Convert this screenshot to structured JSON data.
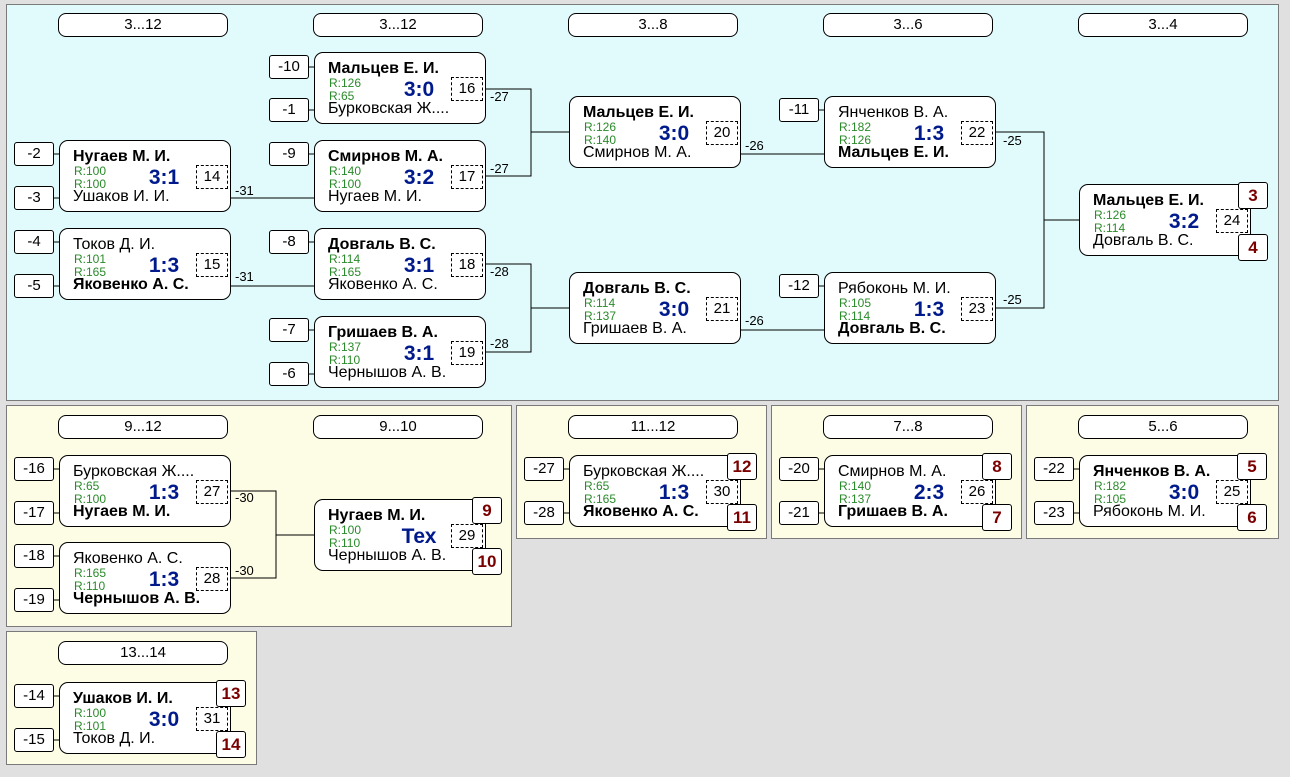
{
  "panels": {
    "main": {
      "headers": [
        "3...12",
        "3...12",
        "3...8",
        "3...6",
        "3...4"
      ]
    },
    "p9_12": {
      "headers": [
        "9...12",
        "9...10"
      ]
    },
    "p11_12": {
      "headers": [
        "11...12"
      ]
    },
    "p7_8": {
      "headers": [
        "7...8"
      ]
    },
    "p5_6": {
      "headers": [
        "5...6"
      ]
    },
    "p13_14": {
      "headers": [
        "13...14"
      ]
    }
  },
  "seeds": [
    "-2",
    "-3",
    "-4",
    "-5",
    "-10",
    "-1",
    "-9",
    "-8",
    "-7",
    "-6",
    "-11",
    "-12",
    "-16",
    "-17",
    "-18",
    "-19",
    "-27",
    "-28",
    "-20",
    "-21",
    "-22",
    "-23",
    "-14",
    "-15"
  ],
  "matches": [
    {
      "num": "16",
      "p1": "Мальцев Е. И.",
      "p2": "Бурковская Ж....",
      "r1": "R:126",
      "r2": "R:65",
      "score": "3:0",
      "winner": 1
    },
    {
      "num": "17",
      "p1": "Смирнов М. А.",
      "p2": "Нугаев М. И.",
      "r1": "R:140",
      "r2": "R:100",
      "score": "3:2",
      "winner": 1
    },
    {
      "num": "14",
      "p1": "Нугаев М. И.",
      "p2": "Ушаков И. И.",
      "r1": "R:100",
      "r2": "R:100",
      "score": "3:1",
      "winner": 1
    },
    {
      "num": "15",
      "p1": "Токов Д. И.",
      "p2": "Яковенко А. С.",
      "r1": "R:101",
      "r2": "R:165",
      "score": "1:3",
      "winner": 2
    },
    {
      "num": "18",
      "p1": "Довгаль В. С.",
      "p2": "Яковенко А. С.",
      "r1": "R:114",
      "r2": "R:165",
      "score": "3:1",
      "winner": 1
    },
    {
      "num": "19",
      "p1": "Гришаев В. А.",
      "p2": "Чернышов А. В.",
      "r1": "R:137",
      "r2": "R:110",
      "score": "3:1",
      "winner": 1
    },
    {
      "num": "20",
      "p1": "Мальцев Е. И.",
      "p2": "Смирнов М. А.",
      "r1": "R:126",
      "r2": "R:140",
      "score": "3:0",
      "winner": 1
    },
    {
      "num": "21",
      "p1": "Довгаль В. С.",
      "p2": "Гришаев В. А.",
      "r1": "R:114",
      "r2": "R:137",
      "score": "3:0",
      "winner": 1
    },
    {
      "num": "22",
      "p1": "Янченков В. А.",
      "p2": "Мальцев Е. И.",
      "r1": "R:182",
      "r2": "R:126",
      "score": "1:3",
      "winner": 2
    },
    {
      "num": "23",
      "p1": "Рябоконь М. И.",
      "p2": "Довгаль В. С.",
      "r1": "R:105",
      "r2": "R:114",
      "score": "1:3",
      "winner": 2
    },
    {
      "num": "24",
      "p1": "Мальцев Е. И.",
      "p2": "Довгаль В. С.",
      "r1": "R:126",
      "r2": "R:114",
      "score": "3:2",
      "winner": 1
    },
    {
      "num": "27",
      "p1": "Бурковская Ж....",
      "p2": "Нугаев М. И.",
      "r1": "R:65",
      "r2": "R:100",
      "score": "1:3",
      "winner": 2
    },
    {
      "num": "28",
      "p1": "Яковенко А. С.",
      "p2": "Чернышов А. В.",
      "r1": "R:165",
      "r2": "R:110",
      "score": "1:3",
      "winner": 2
    },
    {
      "num": "29",
      "p1": "Нугаев М. И.",
      "p2": "Чернышов А. В.",
      "r1": "R:100",
      "r2": "R:110",
      "score": "Тех",
      "winner": 1
    },
    {
      "num": "30",
      "p1": "Бурковская Ж....",
      "p2": "Яковенко А. С.",
      "r1": "R:65",
      "r2": "R:165",
      "score": "1:3",
      "winner": 2
    },
    {
      "num": "26",
      "p1": "Смирнов М. А.",
      "p2": "Гришаев В. А.",
      "r1": "R:140",
      "r2": "R:137",
      "score": "2:3",
      "winner": 2
    },
    {
      "num": "25",
      "p1": "Янченков В. А.",
      "p2": "Рябоконь М. И.",
      "r1": "R:182",
      "r2": "R:105",
      "score": "3:0",
      "winner": 1
    },
    {
      "num": "31",
      "p1": "Ушаков И. И.",
      "p2": "Токов Д. И.",
      "r1": "R:100",
      "r2": "R:101",
      "score": "3:0",
      "winner": 1
    }
  ],
  "places": [
    "3",
    "4",
    "9",
    "10",
    "12",
    "11",
    "8",
    "7",
    "5",
    "6",
    "13",
    "14"
  ],
  "loser_labels": [
    "-27",
    "-27",
    "-31",
    "-31",
    "-28",
    "-28",
    "-26",
    "-26",
    "-25",
    "-25",
    "-30",
    "-30"
  ]
}
